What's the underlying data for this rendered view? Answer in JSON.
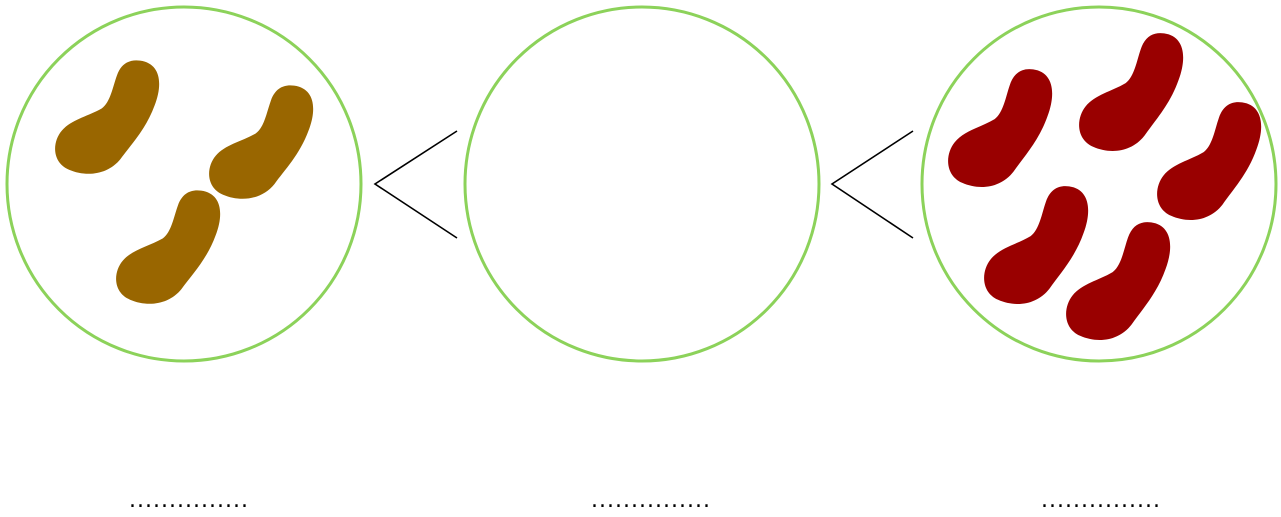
{
  "colors": {
    "circle_border": "#8cd25a",
    "few_particles": "#996600",
    "many_particles": "#990000",
    "comparison_sign": "#000000"
  },
  "comparison_sign": "<",
  "circles": [
    {
      "label": "left",
      "particle_count": 3,
      "particle_color_name": "few_particles"
    },
    {
      "label": "middle",
      "particle_count": 0
    },
    {
      "label": "right",
      "particle_count": 5,
      "particle_color_name": "many_particles"
    }
  ],
  "answer_blanks": {
    "left": "...............",
    "middle": "...............",
    "right": "..............."
  }
}
